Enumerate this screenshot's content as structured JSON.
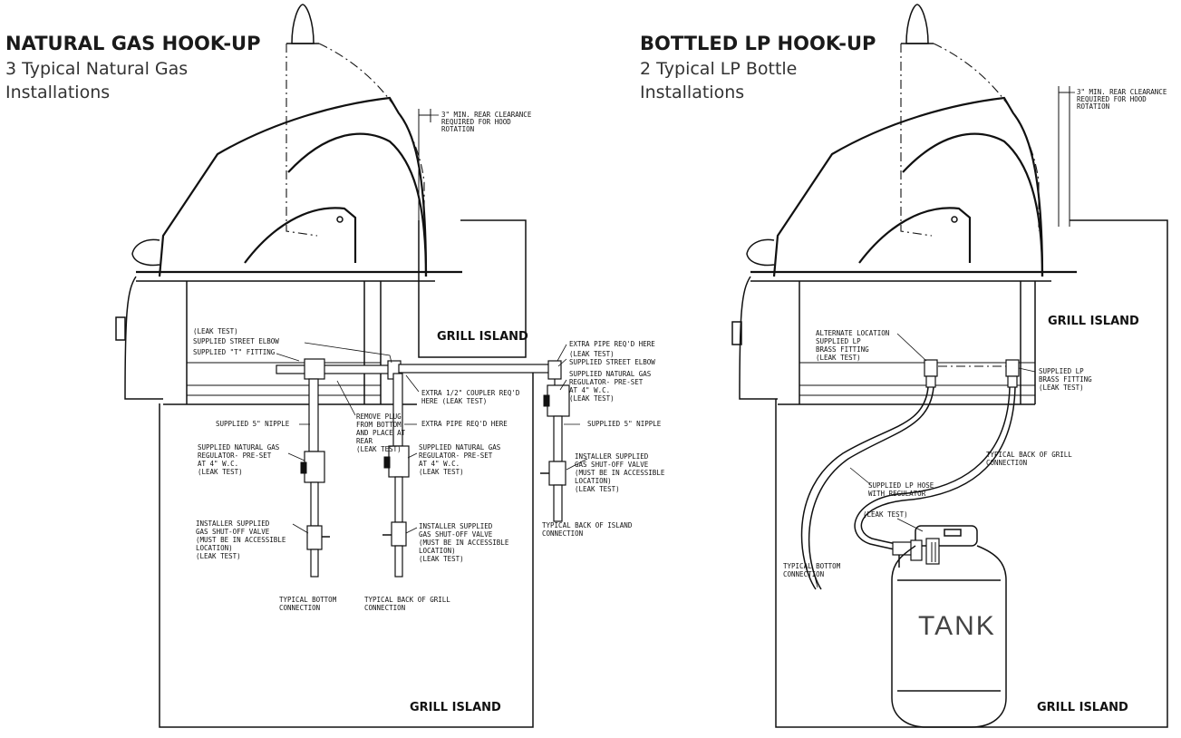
{
  "natural_gas": {
    "heading": "NATURAL GAS HOOK-UP",
    "sub_line1": "3 Typical Natural Gas",
    "sub_line2": "Installations",
    "rear_clearance": [
      "3\" MIN. REAR CLEARANCE",
      "REQUIRED FOR HOOD",
      "ROTATION"
    ],
    "grill_island_upper": "GRILL ISLAND",
    "grill_island_lower": "GRILL ISLAND",
    "labels": {
      "street_elbow_left": [
        "(LEAK TEST)",
        "SUPPLIED STREET ELBOW",
        "SUPPLIED \"T\" FITTING"
      ],
      "extra_pipe_top": [
        "EXTRA PIPE REQ'D HERE",
        "(LEAK TEST)",
        "SUPPLIED STREET ELBOW"
      ],
      "regulator_right": [
        "SUPPLIED NATURAL GAS",
        "REGULATOR- PRE-SET",
        "AT 4\" W.C.",
        "(LEAK TEST)"
      ],
      "coupler": [
        "EXTRA 1/2\" COUPLER REQ'D",
        "HERE (LEAK TEST)"
      ],
      "remove_plug": [
        "REMOVE PLUG",
        "FROM BOTTOM",
        "AND PLACE AT",
        "REAR",
        "(LEAK TEST)"
      ],
      "nipple_left": "SUPPLIED 5\" NIPPLE",
      "extra_pipe_mid": "EXTRA PIPE REQ'D HERE",
      "nipple_right": "SUPPLIED 5\" NIPPLE",
      "regulator_left": [
        "SUPPLIED NATURAL GAS",
        "REGULATOR- PRE-SET",
        "AT 4\" W.C.",
        "(LEAK TEST)"
      ],
      "regulator_mid": [
        "SUPPLIED NATURAL GAS",
        "REGULATOR- PRE-SET",
        "AT 4\" W.C.",
        "(LEAK TEST)"
      ],
      "valve_right": [
        "INSTALLER SUPPLIED",
        "GAS SHUT-OFF VALVE",
        "(MUST BE IN ACCESSIBLE",
        "LOCATION)",
        "(LEAK TEST)"
      ],
      "valve_left": [
        "INSTALLER SUPPLIED",
        "GAS SHUT-OFF VALVE",
        "(MUST BE IN ACCESSIBLE",
        "LOCATION)",
        "(LEAK TEST)"
      ],
      "valve_mid": [
        "INSTALLER SUPPLIED",
        "GAS SHUT-OFF VALVE",
        "(MUST BE IN ACCESSIBLE",
        "LOCATION)",
        "(LEAK TEST)"
      ],
      "typical_island": [
        "TYPICAL BACK OF ISLAND",
        "CONNECTION"
      ],
      "typical_bottom": [
        "TYPICAL BOTTOM",
        "CONNECTION"
      ],
      "typical_back_grill": [
        "TYPICAL BACK OF GRILL",
        "CONNECTION"
      ]
    }
  },
  "lp": {
    "heading": "BOTTLED LP HOOK-UP",
    "sub_line1": "2 Typical LP Bottle",
    "sub_line2": "Installations",
    "rear_clearance": [
      "3\" MIN. REAR CLEARANCE",
      "REQUIRED FOR HOOD",
      "ROTATION"
    ],
    "grill_island_upper": "GRILL ISLAND",
    "grill_island_lower": "GRILL ISLAND",
    "tank": "TANK",
    "labels": {
      "alternate": [
        "ALTERNATE LOCATION",
        "SUPPLIED LP",
        "BRASS FITTING",
        "(LEAK TEST)"
      ],
      "brass": [
        "SUPPLIED LP",
        "BRASS FITTING",
        "(LEAK TEST)"
      ],
      "typical_back_grill": [
        "TYPICAL BACK OF GRILL",
        "CONNECTION"
      ],
      "hose": [
        "SUPPLIED LP HOSE",
        "WITH REGULATOR"
      ],
      "leak_test": "(LEAK TEST)",
      "typical_bottom": [
        "TYPICAL BOTTOM",
        "CONNECTION"
      ]
    }
  }
}
